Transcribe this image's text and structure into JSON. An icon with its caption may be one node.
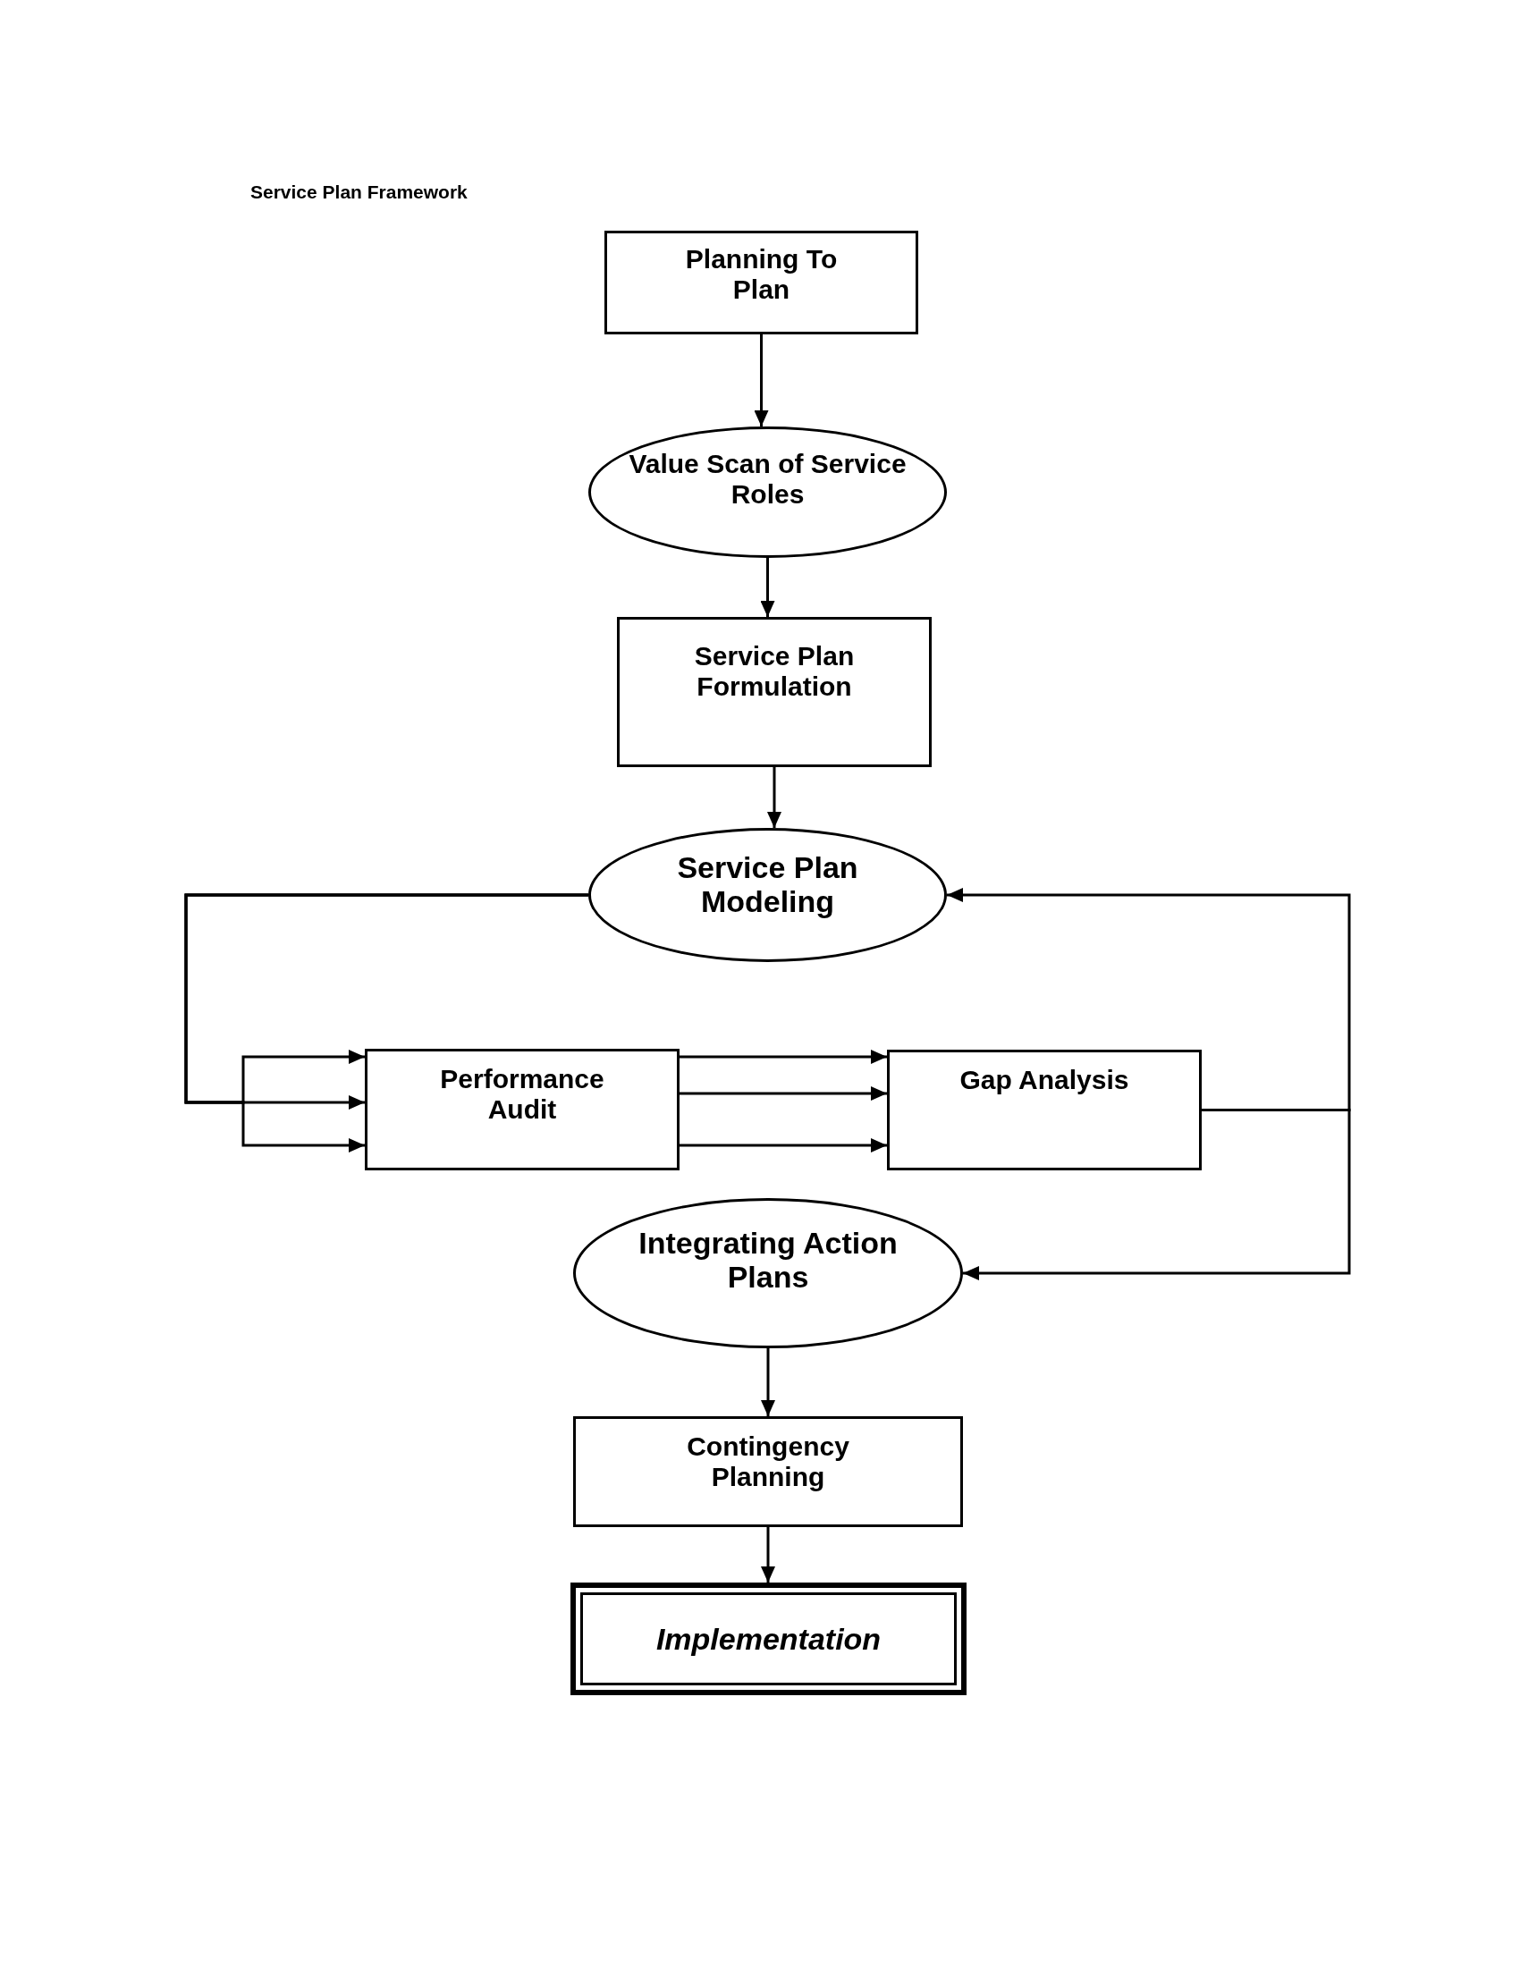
{
  "diagram": {
    "title": "Service Plan Framework",
    "nodes": [
      {
        "text": [
          "Planning To Plan"
        ]
      },
      {
        "text": [
          "Value Scan of Service Roles"
        ]
      },
      {
        "text": [
          "Service Plan Formulation"
        ]
      },
      {
        "text": [
          "Service Plan Modeling"
        ]
      },
      {
        "text": [
          "Performance Audit"
        ]
      },
      {
        "text": [
          "Gap Analysis"
        ]
      },
      {
        "text": [
          "Integrating Action Plans"
        ]
      },
      {
        "text": [
          "Contingency Planning"
        ]
      },
      {
        "text": [
          "Implementation"
        ]
      }
    ],
    "edges": [
      {
        "from": 0,
        "to": 1,
        "arrow": "to"
      },
      {
        "from": 1,
        "to": 2,
        "arrow": "to"
      },
      {
        "from": 2,
        "to": 3,
        "arrow": "to"
      },
      {
        "from": 3,
        "to": 4,
        "arrow": "to"
      },
      {
        "from": 3,
        "to": 4,
        "arrow": "to"
      },
      {
        "from": 3,
        "to": 4,
        "arrow": "to"
      },
      {
        "from": 4,
        "to": 5,
        "arrow": "to"
      },
      {
        "from": 4,
        "to": 5,
        "arrow": "to"
      },
      {
        "from": 4,
        "to": 5,
        "arrow": "to"
      },
      {
        "from": 5,
        "to": 3,
        "arrow": "to"
      },
      {
        "from": 5,
        "to": 6,
        "arrow": "to"
      },
      {
        "from": 6,
        "to": 7,
        "arrow": "to"
      },
      {
        "from": 7,
        "to": 8,
        "arrow": "to"
      }
    ]
  }
}
